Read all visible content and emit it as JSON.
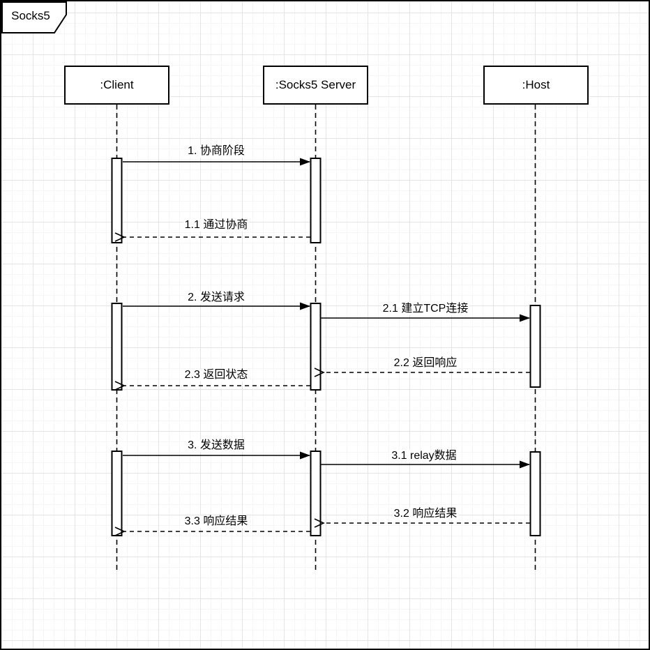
{
  "frame": {
    "title": "Socks5"
  },
  "actors": [
    {
      "id": "client",
      "label": ":Client"
    },
    {
      "id": "server",
      "label": ":Socks5 Server"
    },
    {
      "id": "host",
      "label": ":Host"
    }
  ],
  "messages": [
    {
      "seq": "1",
      "label": "1. 协商阶段",
      "from": "client",
      "to": "server",
      "style": "solid"
    },
    {
      "seq": "1.1",
      "label": "1.1 通过协商",
      "from": "server",
      "to": "client",
      "style": "dashed"
    },
    {
      "seq": "2",
      "label": "2. 发送请求",
      "from": "client",
      "to": "server",
      "style": "solid"
    },
    {
      "seq": "2.1",
      "label": "2.1 建立TCP连接",
      "from": "server",
      "to": "host",
      "style": "solid"
    },
    {
      "seq": "2.2",
      "label": "2.2 返回响应",
      "from": "host",
      "to": "server",
      "style": "dashed"
    },
    {
      "seq": "2.3",
      "label": "2.3 返回状态",
      "from": "server",
      "to": "client",
      "style": "dashed"
    },
    {
      "seq": "3",
      "label": "3. 发送数据",
      "from": "client",
      "to": "server",
      "style": "solid"
    },
    {
      "seq": "3.1",
      "label": "3.1 relay数据",
      "from": "server",
      "to": "host",
      "style": "solid"
    },
    {
      "seq": "3.2",
      "label": "3.2 响应结果",
      "from": "host",
      "to": "server",
      "style": "dashed"
    },
    {
      "seq": "3.3",
      "label": "3.3 响应结果",
      "from": "server",
      "to": "client",
      "style": "dashed"
    }
  ],
  "colors": {
    "stroke": "#000000",
    "shape_fill": "#ffffff",
    "grid_minor": "#f6f6f6",
    "grid_major": "#e4e4e4"
  }
}
